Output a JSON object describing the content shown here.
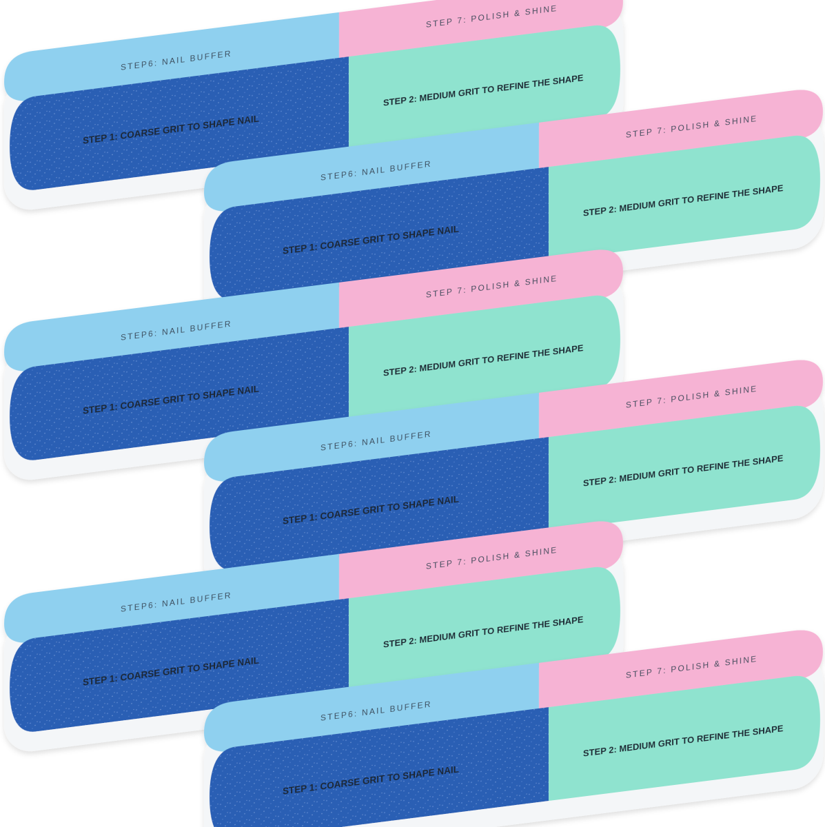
{
  "product": {
    "count": 6,
    "labels": {
      "step1": "STEP 1:  COARSE GRIT   TO SHAPE NAIL",
      "step2": "STEP 2:  MEDIUM GRIT TO REFINE THE SHAPE",
      "step6": "STEP6: NAIL BUFFER",
      "step7": "STEP 7: POLISH & SHINE"
    },
    "colors": {
      "dark_blue": "#2b5fb4",
      "light_blue": "#8fd0ef",
      "mint": "#8fe3cf",
      "pink": "#f6b3d4",
      "edge_white": "#f4f6f8",
      "text_dark": "#1b2733",
      "text_light": "#3a4a5a"
    }
  }
}
